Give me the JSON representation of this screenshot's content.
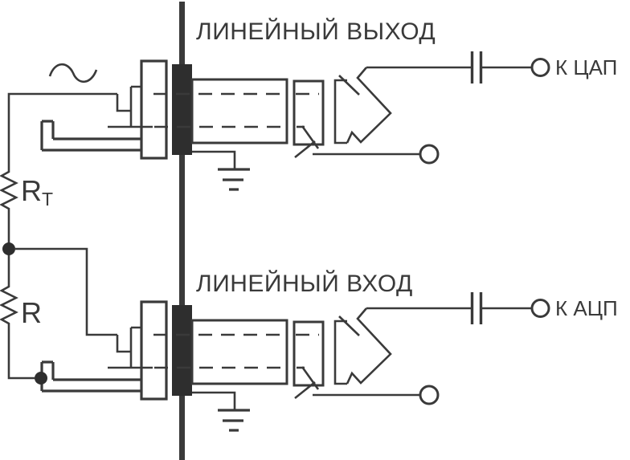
{
  "diagram": {
    "labels": {
      "line_output": "ЛИНЕЙНЫЙ ВЫХОД",
      "line_input": "ЛИНЕЙНЫЙ ВХОД",
      "to_dac": "К ЦАП",
      "to_adc": "К АЦП"
    },
    "components": {
      "termination_resistor": {
        "name": "R",
        "subscript": "T"
      },
      "input_resistor": {
        "name": "R"
      },
      "icons": [
        "ac-sine-source-icon",
        "ground-icon",
        "capacitor-icon",
        "jack-socket-icon",
        "jack-plug-icon",
        "terminal-circle-icon"
      ]
    },
    "colors": {
      "background": "#ffffff",
      "line": "#3a3a3a",
      "panel_fill": "#2e2e2e",
      "text": "#3a3a3a"
    }
  }
}
